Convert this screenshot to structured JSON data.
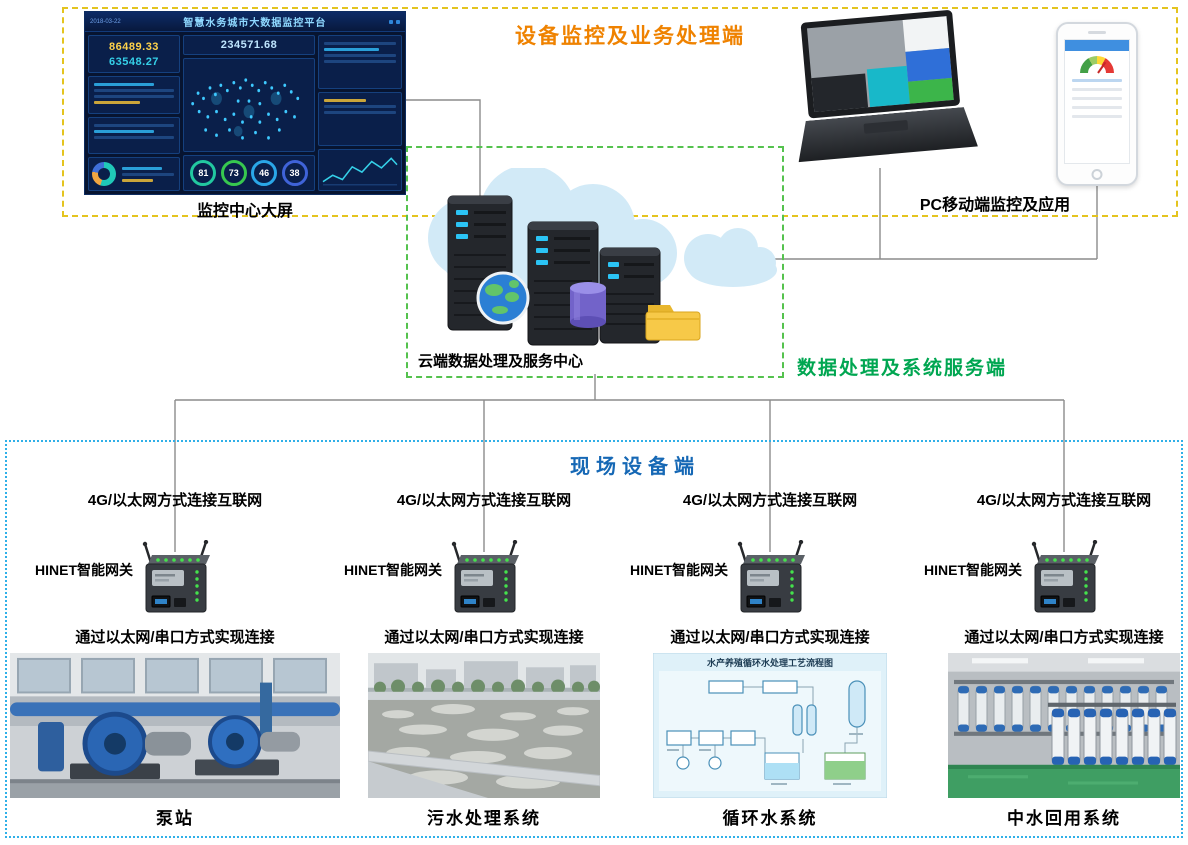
{
  "colors": {
    "top_border": "#e4c41f",
    "top_title": "#ef8200",
    "cloud_border": "#55c24e",
    "cloud_side_label": "#00a651",
    "field_border": "#2fb0e8",
    "field_title": "#1668b5"
  },
  "top_section": {
    "title": "设备监控及业务处理端",
    "dashboard_label": "监控中心大屏",
    "devices_label": "PC移动端监控及应用"
  },
  "dashboard": {
    "title": "智慧水务城市大数据监控平台",
    "date": "2018-03-22",
    "stats": [
      {
        "value": "86489.33"
      },
      {
        "value": "63548.27"
      },
      {
        "value": "234571.68"
      }
    ],
    "gauges": [
      {
        "value": "81"
      },
      {
        "value": "73"
      },
      {
        "value": "46"
      },
      {
        "value": "38"
      }
    ]
  },
  "cloud_section": {
    "label": "云端数据处理及服务中心",
    "side_label": "数据处理及系统服务端"
  },
  "field_section": {
    "title": "现场设备端",
    "uplink_text": "4G/以太网方式连接互联网",
    "gateway_label": "HINET智能网关",
    "downlink_text": "通过以太网/串口方式实现连接",
    "columns": [
      {
        "name": "泵站"
      },
      {
        "name": "污水处理系统"
      },
      {
        "name": "循环水系统"
      },
      {
        "name": "中水回用系统"
      }
    ]
  },
  "photos": {
    "flow_title": "水产养殖循环水处理工艺流程图"
  }
}
